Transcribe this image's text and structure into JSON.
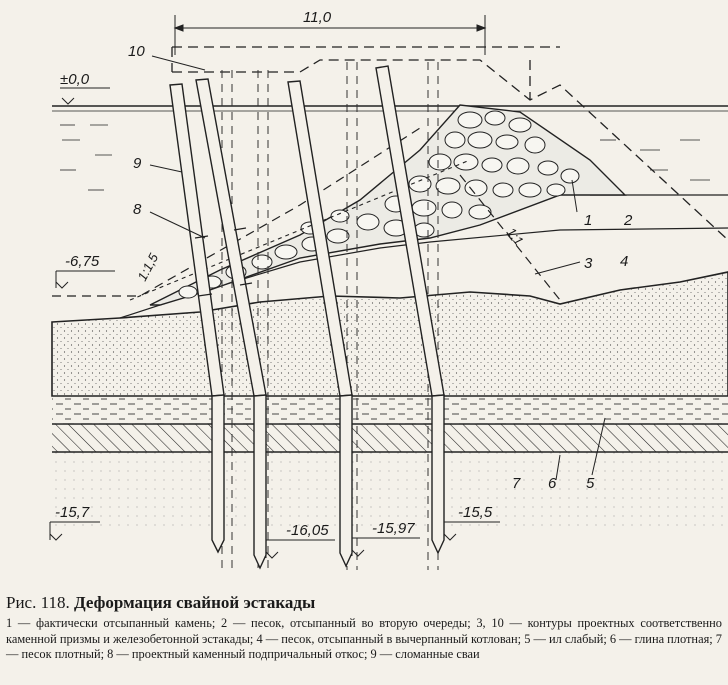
{
  "figure": {
    "number_text": "Рис. 118.",
    "title": "Деформация свайной эстакады",
    "legend_text": "1 — фактически отсыпанный камень; 2 — песок, отсыпанный во вторую очереды; 3, 10 — контуры проектных соответственно каменной призмы и железобетонной эстакады; 4 — песок, отсыпанный в вычерпанный котлован; 5 — ил слабый; 6 — глина плотная; 7 — песок плотный; 8 — проектный каменный подпричальный откос; 9 — сломанные сваи"
  },
  "labels": {
    "dim_width": "11,0",
    "elev_top": "±0,0",
    "elev_mid": "-6,75",
    "elev_left": "-15,7",
    "elev_p2": "-16,05",
    "elev_p3": "-15,97",
    "elev_p4": "-15,5",
    "slope_left": "1:1,5",
    "slope_right": "1:1",
    "n1": "1",
    "n2": "2",
    "n3": "3",
    "n4": "4",
    "n5": "5",
    "n6": "6",
    "n7": "7",
    "n8": "8",
    "n9": "9",
    "n10": "10"
  }
}
